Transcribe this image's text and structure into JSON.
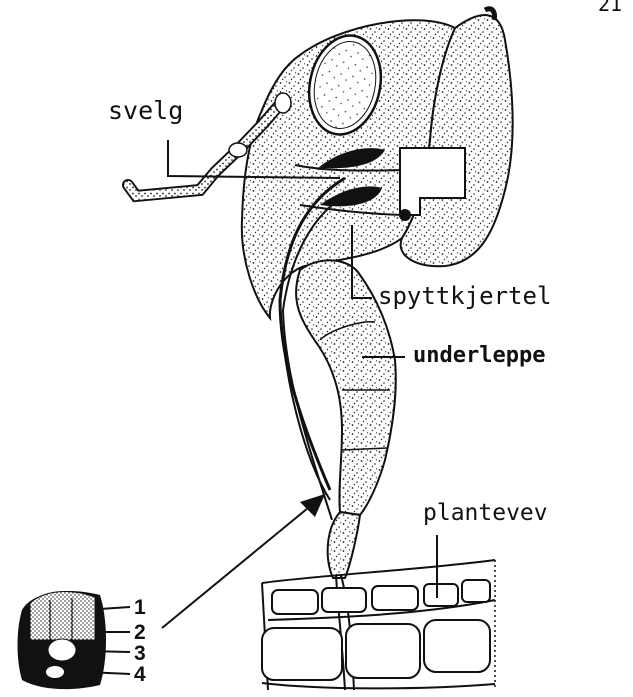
{
  "page_number": "21",
  "labels": {
    "svelg": "svelg",
    "spyttkjertel": "spyttkjertel",
    "underleppe": "underleppe",
    "plantevev": "plantevev"
  },
  "cross_section_numbers": [
    "1",
    "2",
    "3",
    "4"
  ],
  "colors": {
    "ink": "#111111",
    "paper": "#ffffff",
    "stipple": "#222222"
  }
}
